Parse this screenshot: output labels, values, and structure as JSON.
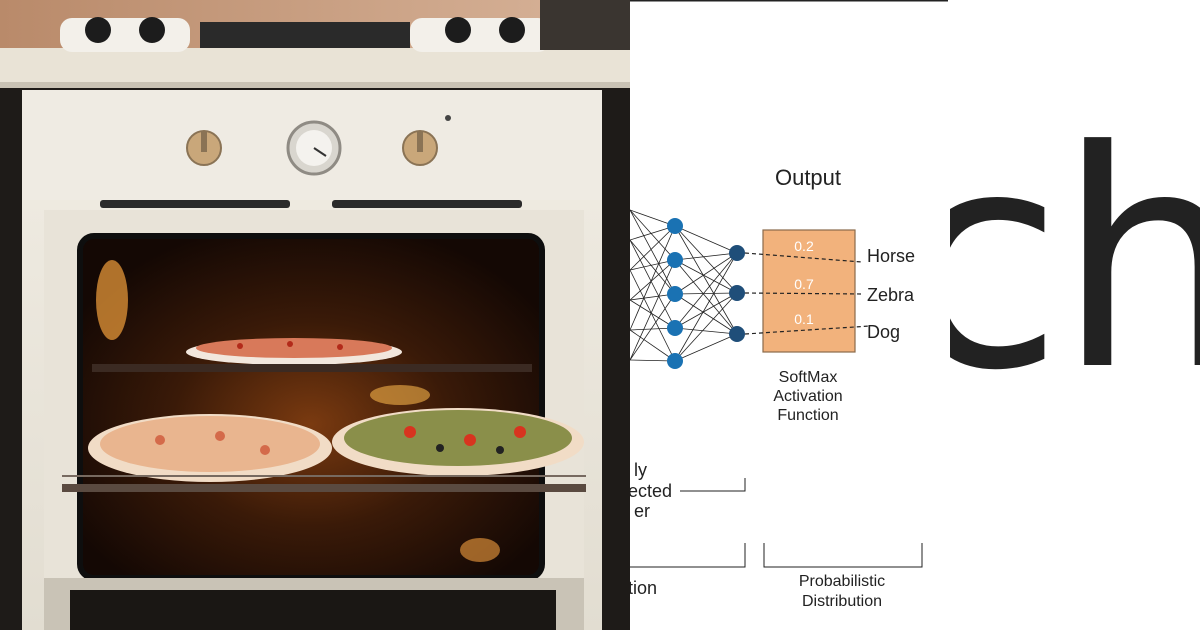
{
  "diagram": {
    "output_title": "Output",
    "softmax_values": [
      "0.2",
      "0.7",
      "0.1"
    ],
    "class_labels": [
      "Horse",
      "Zebra",
      "Dog"
    ],
    "softmax_caption": [
      "SoftMax",
      "Activation",
      "Function"
    ],
    "fc_caption_fragments": [
      "ly",
      "ected",
      "er"
    ],
    "bottom_left_fragment": "tion",
    "bottom_right_caption": [
      "Probabilistic",
      "Distribution"
    ],
    "colors": {
      "node": "#1a72b3",
      "output_node": "#1f4e79",
      "softmax_box": "#f2b27c",
      "box_border": "#8a6a4a"
    }
  },
  "cropped_wordmark": {
    "text": "ch"
  }
}
